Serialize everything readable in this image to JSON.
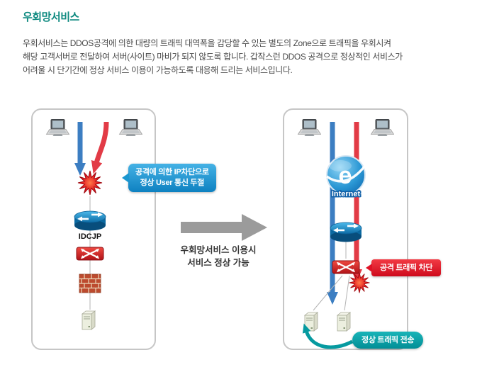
{
  "page": {
    "title": "우회망서비스",
    "description_lines": [
      "우회서비스는 DDOS공격에 의한 대량의 트래픽 대역폭을 감당할 수 있는 별도의 Zone으로 트래픽을 우회시켜",
      "해당 고객서버로 전달하여 서버(사이트) 마비가 되지 않도록 합니다. 갑작스런 DDOS 공격으로 정상적인 서비스가",
      "어려울 시 단기간에 정상 서비스 이용이 가능하도록 대응해 드리는 서비스입니다."
    ]
  },
  "diagram": {
    "before": {
      "callout_line1": "공격에 의한 IP차단으로",
      "callout_line2": "정상 User 통신 두절",
      "router_label": "IDCJP"
    },
    "transition": {
      "line1": "우회망서비스 이용시",
      "line2": "서비스 정상 가능"
    },
    "after": {
      "internet_letter": "e",
      "internet_label": "Internet",
      "attack_callout": "공격 트래픽 차단",
      "normal_callout": "정상 트래픽 전송"
    },
    "icons": {
      "laptop": "laptop-icon",
      "attack_burst": "attack-burst-icon",
      "router": "router-icon",
      "switch": "switch-icon",
      "firewall": "firewall-brick-icon",
      "server": "server-icon",
      "internet": "internet-explorer-logo",
      "flow_arrow": "transition-arrow"
    },
    "colors": {
      "title_accent": "#0f8a80",
      "callout_blue": "#1b95cf",
      "callout_red": "#e8112d",
      "callout_teal": "#069aa0",
      "arrow_blue": "#3c7ec2",
      "arrow_red": "#e23b46",
      "transition_arrow": "#9b9b9b"
    }
  }
}
